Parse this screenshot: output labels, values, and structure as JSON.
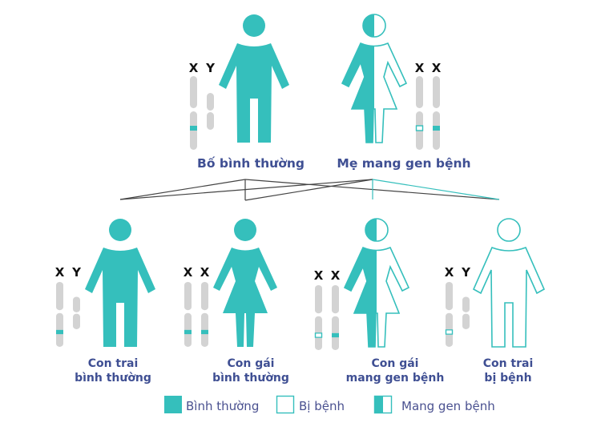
{
  "colors": {
    "teal": "#35bfbc",
    "chromosome": "#d3d3d3",
    "label": "#3f4f93"
  },
  "parents": {
    "father": {
      "label": "Bố bình thường",
      "chromosomes": [
        "X",
        "Y"
      ],
      "status": "normal"
    },
    "mother": {
      "label": "Mẹ mang gen bệnh",
      "chromosomes": [
        "X",
        "X"
      ],
      "status": "carrier"
    }
  },
  "children": [
    {
      "line1": "Con trai",
      "line2": "bình thường",
      "chromosomes": [
        "X",
        "Y"
      ],
      "status": "normal"
    },
    {
      "line1": "Con gái",
      "line2": "bình thường",
      "chromosomes": [
        "X",
        "X"
      ],
      "status": "normal"
    },
    {
      "line1": "Con gái",
      "line2": "mang gen bệnh",
      "chromosomes": [
        "X",
        "X"
      ],
      "status": "carrier"
    },
    {
      "line1": "Con trai",
      "line2": "bị bệnh",
      "chromosomes": [
        "X",
        "Y"
      ],
      "status": "affected"
    }
  ],
  "legend": [
    {
      "label": "Bình thường",
      "icon": "filled-square"
    },
    {
      "label": "Bị bệnh",
      "icon": "hollow-square"
    },
    {
      "label": "Mang gen bệnh",
      "icon": "half-filled-square"
    }
  ]
}
